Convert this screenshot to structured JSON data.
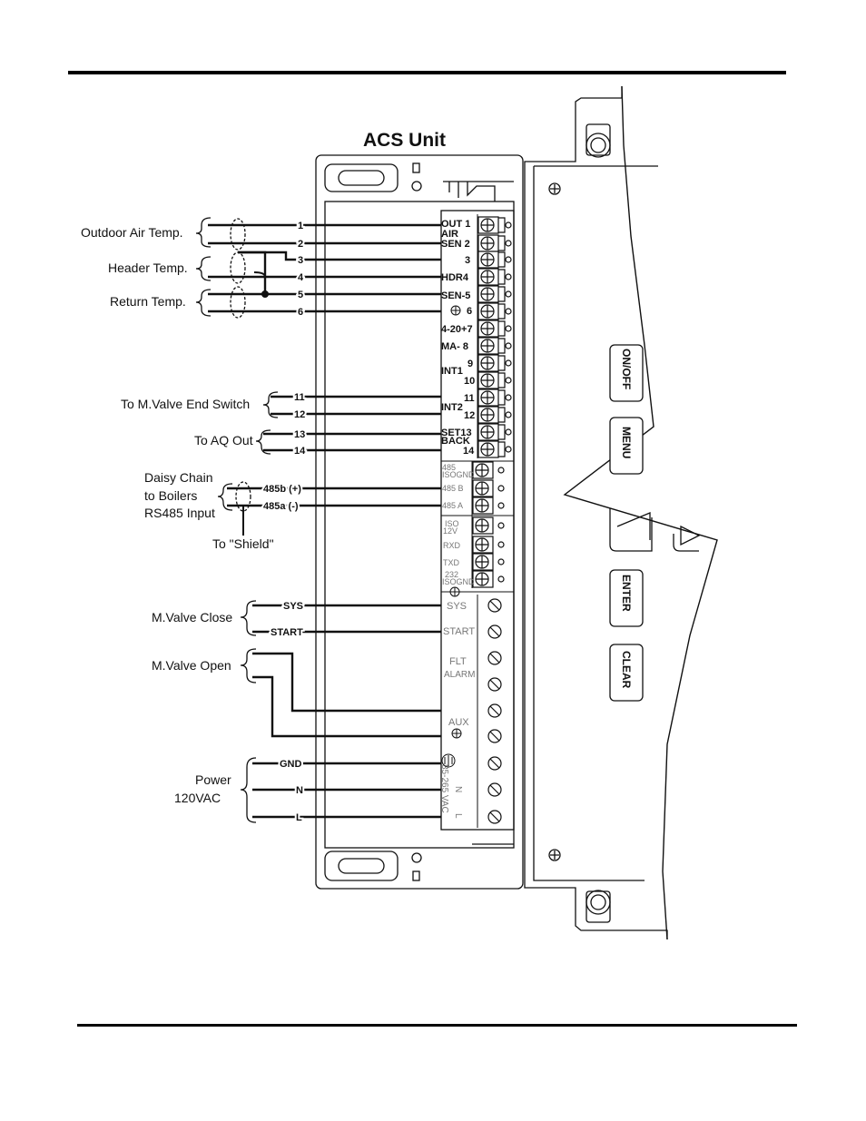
{
  "title": "ACS Unit",
  "wire_groups": [
    {
      "label": "Outdoor Air Temp.",
      "wires": [
        "1",
        "2"
      ]
    },
    {
      "label": "Header Temp.",
      "wires": [
        "3",
        "4"
      ]
    },
    {
      "label": "Return Temp.",
      "wires": [
        "5",
        "6"
      ]
    },
    {
      "label": "To M.Valve End Switch",
      "wires": [
        "11",
        "12"
      ]
    },
    {
      "label": "To AQ Out",
      "wires": [
        "13",
        "14"
      ]
    },
    {
      "label": "Daisy Chain\nto Boilers\nRS485 Input",
      "wires": [
        "485b (+)",
        "485a (-)"
      ]
    },
    {
      "label": "M.Valve Close",
      "wires": [
        "SYS",
        "START"
      ]
    },
    {
      "label": "M.Valve Open",
      "wires": []
    },
    {
      "label": "Power\n120VAC",
      "wires": [
        "GND",
        "N",
        "L"
      ]
    }
  ],
  "shield_label": "To \"Shield\"",
  "terminal_labels": {
    "out1": "OUT 1",
    "air": "AIR",
    "sen2": "SEN 2",
    "t3": "3",
    "hdr4": "HDR4",
    "sen5": "SEN-5",
    "t6": "6",
    "t7": "4-20+7",
    "ma8": "MA-  8",
    "int1": "INT1",
    "t9": "9",
    "t10": "10",
    "int2": "INT2",
    "t11": "11",
    "t12": "12",
    "set13": "SET13",
    "back": "BACK",
    "t14": "14",
    "rs485gnd": "485\nISOGND",
    "rs485b": "485 B",
    "rs485a": "485 A",
    "iso12v": "ISO\n12V",
    "rxd": "RXD",
    "txd": "TXD",
    "rs232gnd": "232\nISOGND",
    "sys": "SYS",
    "start": "START",
    "flt": "FLT",
    "alarm": "ALARM",
    "aux": "AUX",
    "vac": "85-265 VAC",
    "n": "N",
    "l": "L"
  },
  "buttons": [
    "ON/OFF",
    "MENU",
    "ENTER",
    "CLEAR"
  ]
}
